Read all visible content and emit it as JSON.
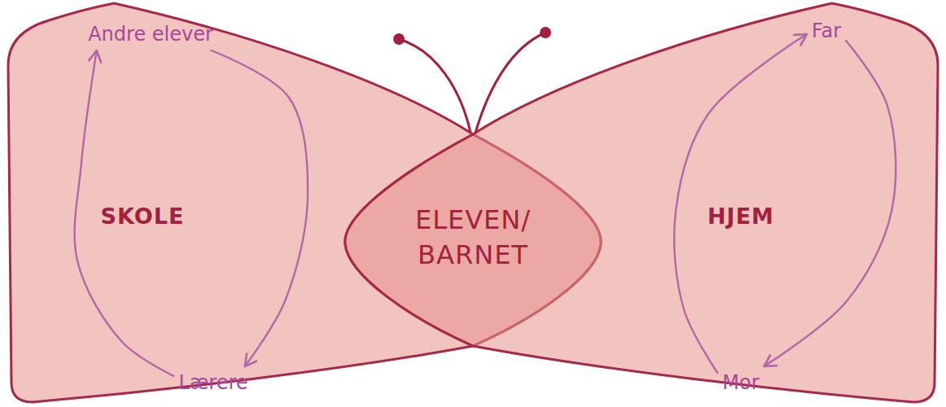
{
  "diagram": {
    "nodes": [
      {
        "text": [
          "SKOLE"
        ]
      },
      {
        "text": [
          "Andre elever"
        ],
        "in": 0
      },
      {
        "text": [
          "Lærere"
        ],
        "in": 0
      },
      {
        "text": [
          "ELEVEN/ BARNET"
        ]
      },
      {
        "text": [
          "HJEM"
        ]
      },
      {
        "text": [
          "Far"
        ],
        "in": 4
      },
      {
        "text": [
          "Mor"
        ],
        "in": 4
      }
    ],
    "edges": [
      {
        "from": 1,
        "to": 2,
        "arrow": "to"
      },
      {
        "from": 2,
        "to": 1,
        "arrow": "to"
      },
      {
        "from": 5,
        "to": 6,
        "arrow": "to"
      },
      {
        "from": 6,
        "to": 5,
        "arrow": "to"
      }
    ]
  }
}
